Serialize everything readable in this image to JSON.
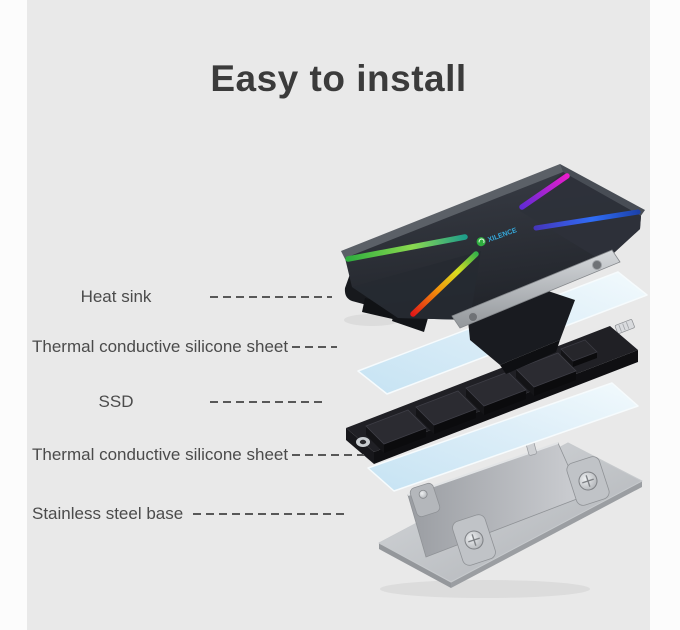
{
  "title": "Easy to install",
  "callouts": [
    {
      "label": "Heat sink"
    },
    {
      "label": "Thermal conductive silicone sheet"
    },
    {
      "label": "SSD"
    },
    {
      "label": "Thermal conductive silicone sheet"
    },
    {
      "label": "Stainless steel base"
    }
  ],
  "product_logo": {
    "text": "XILENCE",
    "icon": "green-circle-fan-logo"
  },
  "exploded_layers_top_to_bottom": [
    "Heat sink",
    "Thermal conductive silicone sheet",
    "SSD",
    "Thermal conductive silicone sheet",
    "Stainless steel base"
  ],
  "colors": {
    "background": "#e9e9e9",
    "side_margins": "#fcfcfc",
    "title_text": "#3b3b3b",
    "label_text": "#4b4b4b",
    "dash_line": "#585858",
    "heatsink_body": "#2b2f36",
    "silicone_sheet": "#d9edf7",
    "ssd_pcb": "#1b1b1f",
    "steel_base": "#c3c6ca",
    "rgb_strip": [
      "#35b24a",
      "#f59e0b",
      "#e11d1d",
      "#e61ec8",
      "#2563eb"
    ]
  }
}
